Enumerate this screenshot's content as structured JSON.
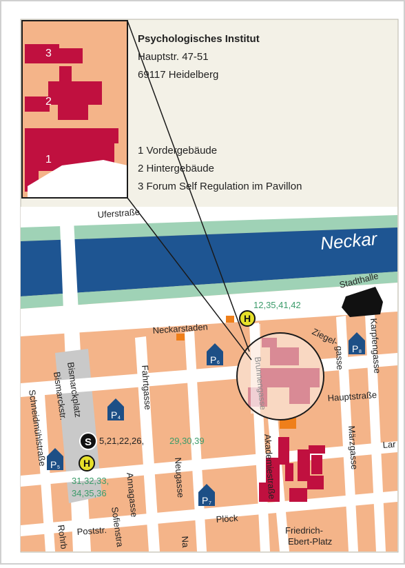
{
  "info": {
    "title": "Psychologisches Institut",
    "street": "Hauptstr. 47-51",
    "city": "69117 Heidelberg",
    "legend": [
      "1 Vordergebäude",
      "2 Hintergebäude",
      "3 Forum Self Regulation im Pavillon"
    ]
  },
  "inset": {
    "building_numbers": [
      "3",
      "2",
      "1"
    ]
  },
  "map": {
    "river": "Neckar",
    "streets": {
      "uferstrasse": "Uferstraße",
      "neckarstaden": "Neckarstaden",
      "bismarckplatz": "Bismarckplatz",
      "bismarckstr": "Bismarckstr.",
      "schneidmuehlstrasse": "Schneidmühlstraße",
      "fahrtgasse": "Fahrtgasse",
      "brunnengasse": "Brunnengasse",
      "ziegelgasse_1": "Ziegel-",
      "ziegelgasse_2": "gasse",
      "karpfengasse": "Karpfengasse",
      "hauptstrasse": "Hauptstraße",
      "maerzgasse": "Märzgasse",
      "akademiestrasse": "Akademiestraße",
      "neugasse": "Neugasse",
      "annagasse": "Annagasse",
      "sofienstra": "Sofienstra",
      "poststr": "Poststr.",
      "rohrb": "Rohrb",
      "ploeck": "Plöck",
      "friedrich_1": "Friedrich-",
      "friedrich_2": "Ebert-Platz",
      "lar": "Lar",
      "na": "Na"
    },
    "stadthalle": "Stadthalle",
    "transit": {
      "s_bahn_letter": "S",
      "h_letter": "H",
      "bus_top": "12,35,41,42",
      "s_lines_black": "5,21,22,26,",
      "s_lines_green": "29,30,39",
      "h_lines_1": "31,32,33,",
      "h_lines_2": "34,35,36"
    },
    "parking": [
      {
        "id": "p6",
        "label": "P",
        "sub": "6"
      },
      {
        "id": "p8",
        "label": "P",
        "sub": "8"
      },
      {
        "id": "p4",
        "label": "P",
        "sub": "4"
      },
      {
        "id": "p5",
        "label": "P",
        "sub": "5"
      },
      {
        "id": "p7",
        "label": "P",
        "sub": "7"
      }
    ]
  },
  "colors": {
    "block": "#f4b489",
    "street": "#ffffff",
    "river": "#1e5592",
    "riverbank": "#9fd2b6",
    "building": "#c0103f",
    "parking": "#1d4f86",
    "transit_yellow": "#e6e02a",
    "green_text": "#3b9b6a"
  }
}
